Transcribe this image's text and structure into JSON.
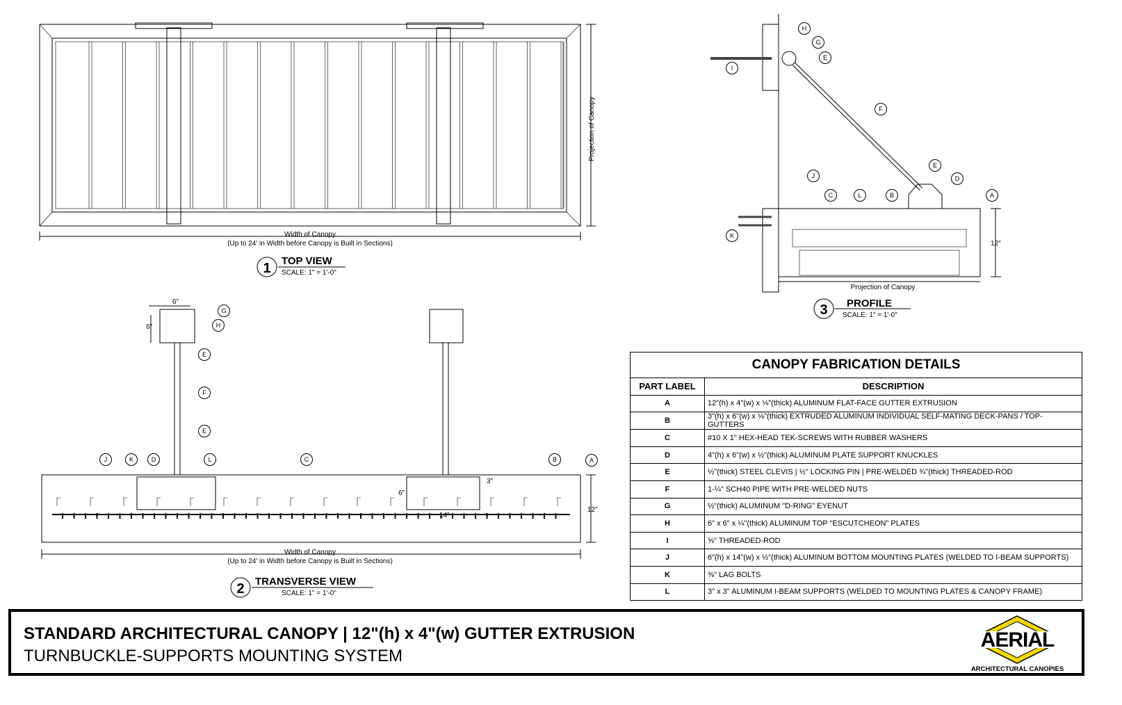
{
  "title_block": {
    "line1": "STANDARD ARCHITECTURAL CANOPY | 12\"(h) x 4\"(w) GUTTER EXTRUSION",
    "line2": "TURNBUCKLE-SUPPORTS MOUNTING SYSTEM",
    "logo_text": "AERIAL",
    "logo_sub": "ARCHITECTURAL CANOPIES"
  },
  "colors": {
    "logo_yellow": "#f2d70a"
  },
  "views": {
    "top": {
      "num": "1",
      "title": "TOP VIEW",
      "scale": "SCALE: 1\" = 1'-0\"",
      "width_label": "Width of Canopy",
      "width_note": "(Up to 24' in Width before Canopy is Built in Sections)",
      "projection_label": "Projection of Canopy"
    },
    "transverse": {
      "num": "2",
      "title": "TRANSVERSE VIEW",
      "scale": "SCALE: 1\" = 1'-0\"",
      "width_label": "Width of Canopy",
      "width_note": "(Up to 24' in Width before Canopy is Built in Sections)",
      "dim_plate_w": "6\"",
      "dim_plate_h": "6\"",
      "dim_height": "12\"",
      "dim_mount_h": "6\"",
      "dim_mount_w": "14\"",
      "dim_ibeam": "3\""
    },
    "profile": {
      "num": "3",
      "title": "PROFILE",
      "scale": "SCALE: 1\" = 1'-0\"",
      "projection_label": "Projection of Canopy",
      "dim_height": "12\""
    }
  },
  "callouts": {
    "A": "A",
    "B": "B",
    "C": "C",
    "D": "D",
    "E": "E",
    "F": "F",
    "G": "G",
    "H": "H",
    "I": "I",
    "J": "J",
    "K": "K",
    "L": "L"
  },
  "table": {
    "title": "CANOPY FABRICATION DETAILS",
    "col_label": "PART LABEL",
    "col_desc": "DESCRIPTION",
    "rows": [
      {
        "label": "A",
        "desc": "12\"(h) x 4\"(w) x ⅛\"(thick) ALUMINUM FLAT-FACE GUTTER EXTRUSION"
      },
      {
        "label": "B",
        "desc": "3\"(h) x 6\"(w) x ⅛\"(thick) EXTRUDED ALUMINUM INDIVIDUAL SELF-MATING DECK-PANS / TOP-GUTTERS"
      },
      {
        "label": "C",
        "desc": "#10 X 1\" HEX-HEAD TEK-SCREWS WITH RUBBER WASHERS"
      },
      {
        "label": "D",
        "desc": "4\"(h) x 6\"(w) x ½\"(thick) ALUMINUM PLATE SUPPORT KNUCKLES"
      },
      {
        "label": "E",
        "desc": "½\"(thick) STEEL CLEVIS | ½\" LOCKING PIN | PRE-WELDED ¾\"(thick) THREADED-ROD"
      },
      {
        "label": "F",
        "desc": "1-¼\" SCH40 PIPE WITH PRE-WELDED NUTS"
      },
      {
        "label": "G",
        "desc": "½\"(thick) ALUMINUM \"D-RING\" EYENUT"
      },
      {
        "label": "H",
        "desc": "6\" x 6\" x ¼\"(thick) ALUMINUM TOP \"ESCUTCHEON\" PLATES"
      },
      {
        "label": "I",
        "desc": "⅝\" THREADED-ROD"
      },
      {
        "label": "J",
        "desc": "6\"(h) x 14\"(w) x ½\"(thick) ALUMINUM BOTTOM MOUNTING PLATES (WELDED TO I-BEAM SUPPORTS)"
      },
      {
        "label": "K",
        "desc": "⅜\" LAG BOLTS"
      },
      {
        "label": "L",
        "desc": "3\" x 3\" ALUMINUM I-BEAM SUPPORTS (WELDED TO MOUNTING PLATES & CANOPY FRAME)"
      }
    ]
  }
}
